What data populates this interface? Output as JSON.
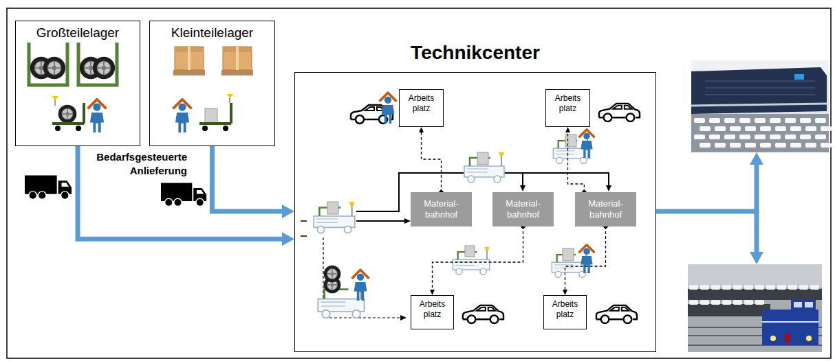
{
  "diagram": {
    "nodes": [
      {
        "text": [
          "Großteilelager"
        ]
      },
      {
        "text": [
          "Kleinteilelager"
        ]
      },
      {
        "text": [
          "Technikcenter"
        ]
      },
      {
        "text": [
          "Arbeits platz"
        ],
        "in": 2
      },
      {
        "text": [
          "Arbeits platz"
        ],
        "in": 2
      },
      {
        "text": [
          "Material- bahnhof"
        ],
        "in": 2
      },
      {
        "text": [
          "Material- bahnhof"
        ],
        "in": 2
      },
      {
        "text": [
          "Material- bahnhof"
        ],
        "in": 2
      },
      {
        "text": [
          "Arbeits platz"
        ],
        "in": 2
      },
      {
        "text": [
          "Arbeits platz"
        ],
        "in": 2
      }
    ],
    "edges": [
      {
        "from": 0,
        "to": 2,
        "arrow": "to"
      },
      {
        "from": 1,
        "to": 2,
        "arrow": "to"
      },
      {
        "from": 5,
        "to": 3,
        "arrow": "to"
      },
      {
        "from": 7,
        "to": 4,
        "arrow": "to"
      },
      {
        "from": 6,
        "to": 8,
        "arrow": "to"
      },
      {
        "from": 7,
        "to": 9,
        "arrow": "to"
      }
    ],
    "labels": [
      "Bedarfsgesteuerte Anlieferung"
    ]
  }
}
